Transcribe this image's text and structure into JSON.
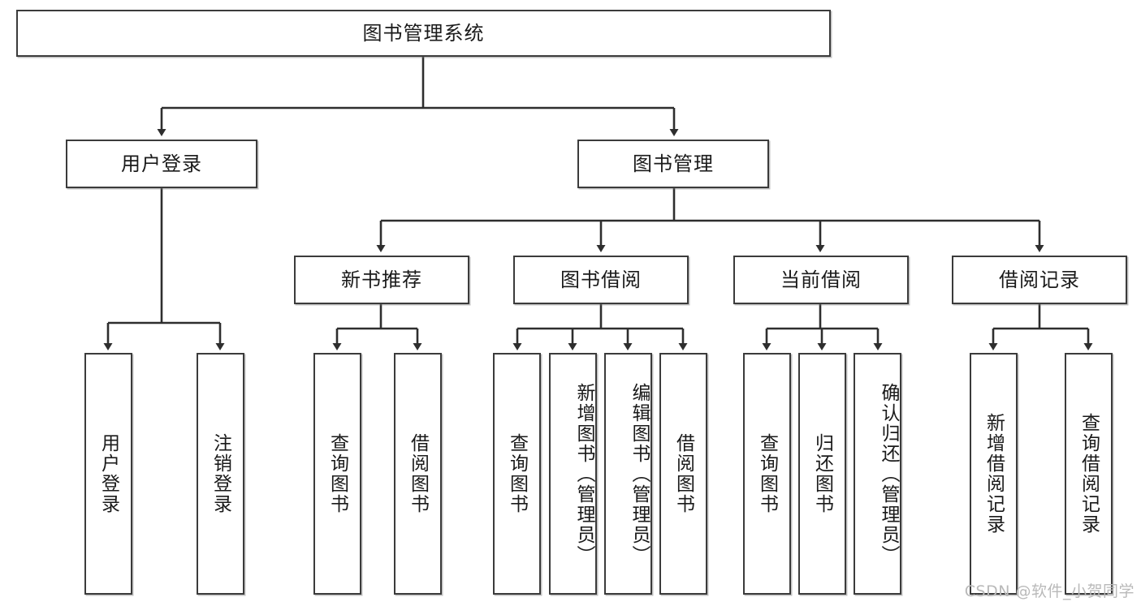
{
  "diagram": {
    "type": "tree",
    "title": "图书管理系统",
    "watermark": "CSDN @软件_小贺同学",
    "root": {
      "id": "root",
      "label": "图书管理系统"
    },
    "level2": [
      {
        "id": "user-login",
        "label": "用户登录"
      },
      {
        "id": "book-manage",
        "label": "图书管理"
      }
    ],
    "level3": [
      {
        "id": "new-book-recommend",
        "label": "新书推荐",
        "parent": "book-manage"
      },
      {
        "id": "book-borrow",
        "label": "图书借阅",
        "parent": "book-manage"
      },
      {
        "id": "current-borrow",
        "label": "当前借阅",
        "parent": "book-manage"
      },
      {
        "id": "borrow-record",
        "label": "借阅记录",
        "parent": "book-manage"
      }
    ],
    "leaves": [
      {
        "id": "leaf-user-login",
        "label": "用户登录",
        "parent": "user-login"
      },
      {
        "id": "leaf-logout-login",
        "label": "注销登录",
        "parent": "user-login"
      },
      {
        "id": "leaf-query-book-1",
        "label": "查询图书",
        "parent": "new-book-recommend"
      },
      {
        "id": "leaf-borrow-book-1",
        "label": "借阅图书",
        "parent": "new-book-recommend"
      },
      {
        "id": "leaf-query-book-2",
        "label": "查询图书",
        "parent": "book-borrow"
      },
      {
        "id": "leaf-add-book",
        "label": "新增图书（管理员）",
        "parent": "book-borrow"
      },
      {
        "id": "leaf-edit-book",
        "label": "编辑图书（管理员）",
        "parent": "book-borrow"
      },
      {
        "id": "leaf-borrow-book-2",
        "label": "借阅图书",
        "parent": "book-borrow"
      },
      {
        "id": "leaf-query-book-3",
        "label": "查询图书",
        "parent": "current-borrow"
      },
      {
        "id": "leaf-return-book",
        "label": "归还图书",
        "parent": "current-borrow"
      },
      {
        "id": "leaf-confirm-return",
        "label": "确认归还（管理员）",
        "parent": "current-borrow"
      },
      {
        "id": "leaf-add-record",
        "label": "新增借阅记录",
        "parent": "borrow-record"
      },
      {
        "id": "leaf-query-record",
        "label": "查询借阅记录",
        "parent": "borrow-record"
      }
    ],
    "colors": {
      "stroke": "#3b3b3b",
      "fill": "#ffffff",
      "text": "#1a1a1a",
      "watermark": "#b9b9b9"
    }
  }
}
